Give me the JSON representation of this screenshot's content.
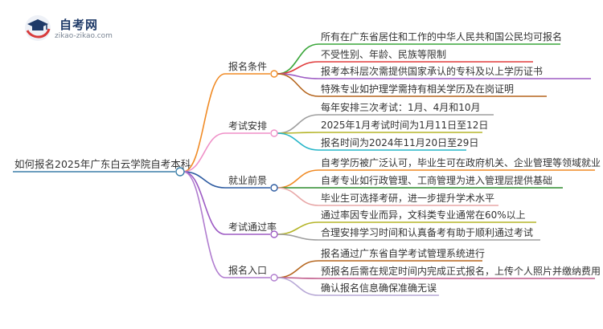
{
  "logo": {
    "title": "自考网",
    "url": "zikao-zikao.com"
  },
  "root": {
    "label": "如何报名2025年广东白云学院自考本科",
    "color": "#3b7fa8"
  },
  "branches": [
    {
      "label": "报名条件",
      "color": "#f08a24",
      "leaves": [
        {
          "label": "所有在广东省居住和工作的中华人民共和国公民均可报名",
          "color": "#3aa63a"
        },
        {
          "label": "不受性别、年龄、民族等限制",
          "color": "#e03b3b"
        },
        {
          "label": "报考本科层次需提供国家承认的专科及以上学历证书",
          "color": "#9d5bc4"
        },
        {
          "label": "特殊专业如护理学需持有相关学历及在岗证明",
          "color": "#b5651d"
        }
      ]
    },
    {
      "label": "考试安排",
      "color": "#ef8fc7",
      "leaves": [
        {
          "label": "每年安排三次考试：1月、4月和10月",
          "color": "#9e9e9e"
        },
        {
          "label": "2025年1月考试时间为1月11日至12日",
          "color": "#b5b52a"
        },
        {
          "label": "报名时间为2024年11月20日至29日",
          "color": "#25b5c8"
        }
      ]
    },
    {
      "label": "就业前景",
      "color": "#2c5aa0",
      "leaves": [
        {
          "label": "自考学历被广泛认可，毕业生可在政府机关、企业管理等领域就业",
          "color": "#f08a24"
        },
        {
          "label": "自考专业如行政管理、工商管理为进入管理层提供基础",
          "color": "#2b8a2b"
        },
        {
          "label": "毕业生可选择考研，进一步提升学术水平",
          "color": "#e8a7a7"
        }
      ]
    },
    {
      "label": "考试通过率",
      "color": "#9d5bc4",
      "leaves": [
        {
          "label": "通过率因专业而异，文科类专业通常在60%以上",
          "color": "#b5b52a"
        },
        {
          "label": "合理安排学习时间和认真备考有助于顺利通过考试",
          "color": "#9e9e9e"
        }
      ]
    },
    {
      "label": "报名入口",
      "color": "#b07ccf",
      "leaves": [
        {
          "label": "报名通过广东省自学考试管理系统进行",
          "color": "#b5651d"
        },
        {
          "label": "预报名后需在规定时间内完成正式报名，上传个人照片并缴纳费用",
          "color": "#c05a8a"
        },
        {
          "label": "确认报名信息确保准确无误",
          "color": "#b7a8d6"
        }
      ]
    }
  ]
}
